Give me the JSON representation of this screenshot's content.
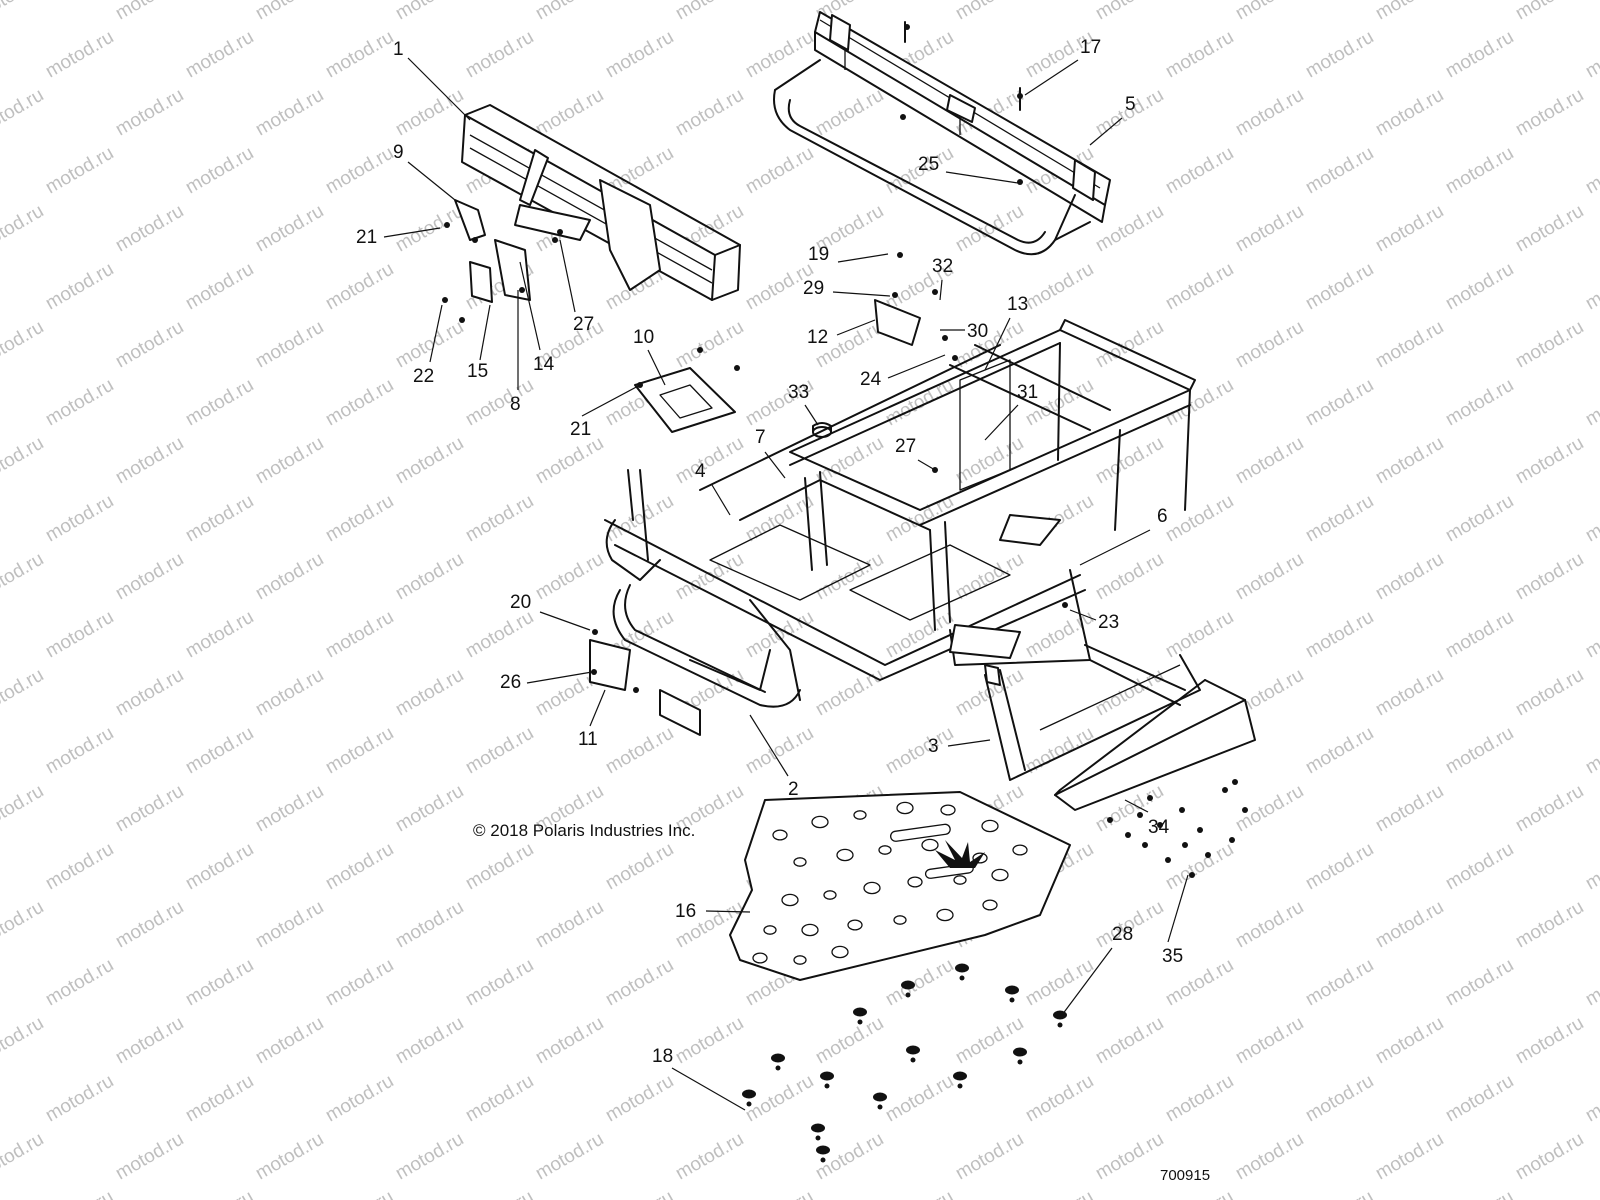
{
  "watermark": "motod.ru",
  "copyright": "© 2018 Polaris Industries Inc.",
  "document_id": "700915",
  "callouts": [
    {
      "id": "1",
      "label": "1"
    },
    {
      "id": "2",
      "label": "2"
    },
    {
      "id": "3",
      "label": "3"
    },
    {
      "id": "4",
      "label": "4"
    },
    {
      "id": "5",
      "label": "5"
    },
    {
      "id": "6",
      "label": "6"
    },
    {
      "id": "7",
      "label": "7"
    },
    {
      "id": "8",
      "label": "8"
    },
    {
      "id": "9",
      "label": "9"
    },
    {
      "id": "10",
      "label": "10"
    },
    {
      "id": "11",
      "label": "11"
    },
    {
      "id": "12",
      "label": "12"
    },
    {
      "id": "13",
      "label": "13"
    },
    {
      "id": "14",
      "label": "14"
    },
    {
      "id": "15",
      "label": "15"
    },
    {
      "id": "16",
      "label": "16"
    },
    {
      "id": "17",
      "label": "17"
    },
    {
      "id": "18",
      "label": "18"
    },
    {
      "id": "19",
      "label": "19"
    },
    {
      "id": "20",
      "label": "20"
    },
    {
      "id": "21a",
      "label": "21"
    },
    {
      "id": "21b",
      "label": "21"
    },
    {
      "id": "22",
      "label": "22"
    },
    {
      "id": "23",
      "label": "23"
    },
    {
      "id": "24",
      "label": "24"
    },
    {
      "id": "25",
      "label": "25"
    },
    {
      "id": "26",
      "label": "26"
    },
    {
      "id": "27a",
      "label": "27"
    },
    {
      "id": "27b",
      "label": "27"
    },
    {
      "id": "28",
      "label": "28"
    },
    {
      "id": "29",
      "label": "29"
    },
    {
      "id": "30",
      "label": "30"
    },
    {
      "id": "31",
      "label": "31"
    },
    {
      "id": "32",
      "label": "32"
    },
    {
      "id": "33",
      "label": "33"
    },
    {
      "id": "34",
      "label": "34"
    },
    {
      "id": "35",
      "label": "35"
    }
  ]
}
